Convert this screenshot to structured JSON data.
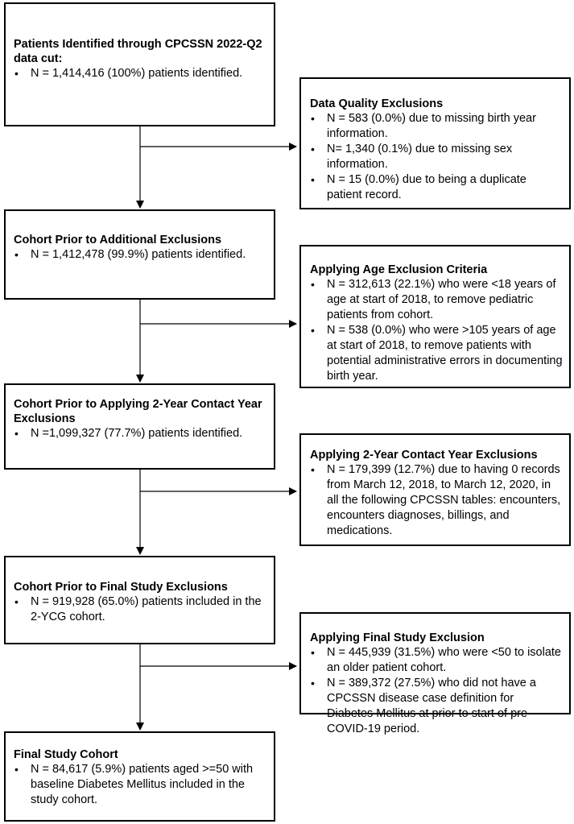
{
  "left_boxes": [
    {
      "title": "Patients Identified through CPCSSN 2022-Q2 data cut:",
      "items": [
        "N = 1,414,416 (100%) patients identified."
      ]
    },
    {
      "title": "Cohort Prior to Additional Exclusions",
      "items": [
        "N = 1,412,478 (99.9%) patients identified."
      ]
    },
    {
      "title": "Cohort Prior to Applying 2-Year Contact Year Exclusions",
      "items": [
        "N =1,099,327 (77.7%) patients identified."
      ]
    },
    {
      "title": "Cohort Prior to Final Study Exclusions",
      "items": [
        "N = 919,928 (65.0%) patients included in the 2-YCG cohort."
      ]
    },
    {
      "title": "Final Study Cohort",
      "items": [
        "N = 84,617 (5.9%) patients aged >=50 with baseline Diabetes Mellitus included in the study cohort."
      ]
    }
  ],
  "right_boxes": [
    {
      "title": "Data Quality Exclusions",
      "items": [
        "N = 583 (0.0%) due to missing birth year information.",
        "N= 1,340 (0.1%) due to missing sex information.",
        "N = 15 (0.0%) due to being a duplicate patient record."
      ]
    },
    {
      "title": "Applying Age Exclusion Criteria",
      "items": [
        "N = 312,613 (22.1%) who were <18 years of age at start of 2018, to remove pediatric patients from cohort.",
        "N = 538 (0.0%) who were >105 years of age at start of 2018, to remove patients with potential administrative errors in documenting birth year."
      ]
    },
    {
      "title": "Applying 2-Year Contact Year Exclusions",
      "items": [
        "N = 179,399 (12.7%) due to having 0 records from March 12, 2018, to March 12, 2020, in all the following CPCSSN tables: encounters, encounters diagnoses, billings, and medications."
      ]
    },
    {
      "title": "Applying Final Study Exclusion",
      "items": [
        "N = 445,939 (31.5%) who were <50 to isolate an older patient cohort.",
        "N = 389,372 (27.5%) who did not have a CPCSSN disease case definition for Diabetes Mellitus at prior to start of pre-COVID-19 period."
      ]
    }
  ]
}
